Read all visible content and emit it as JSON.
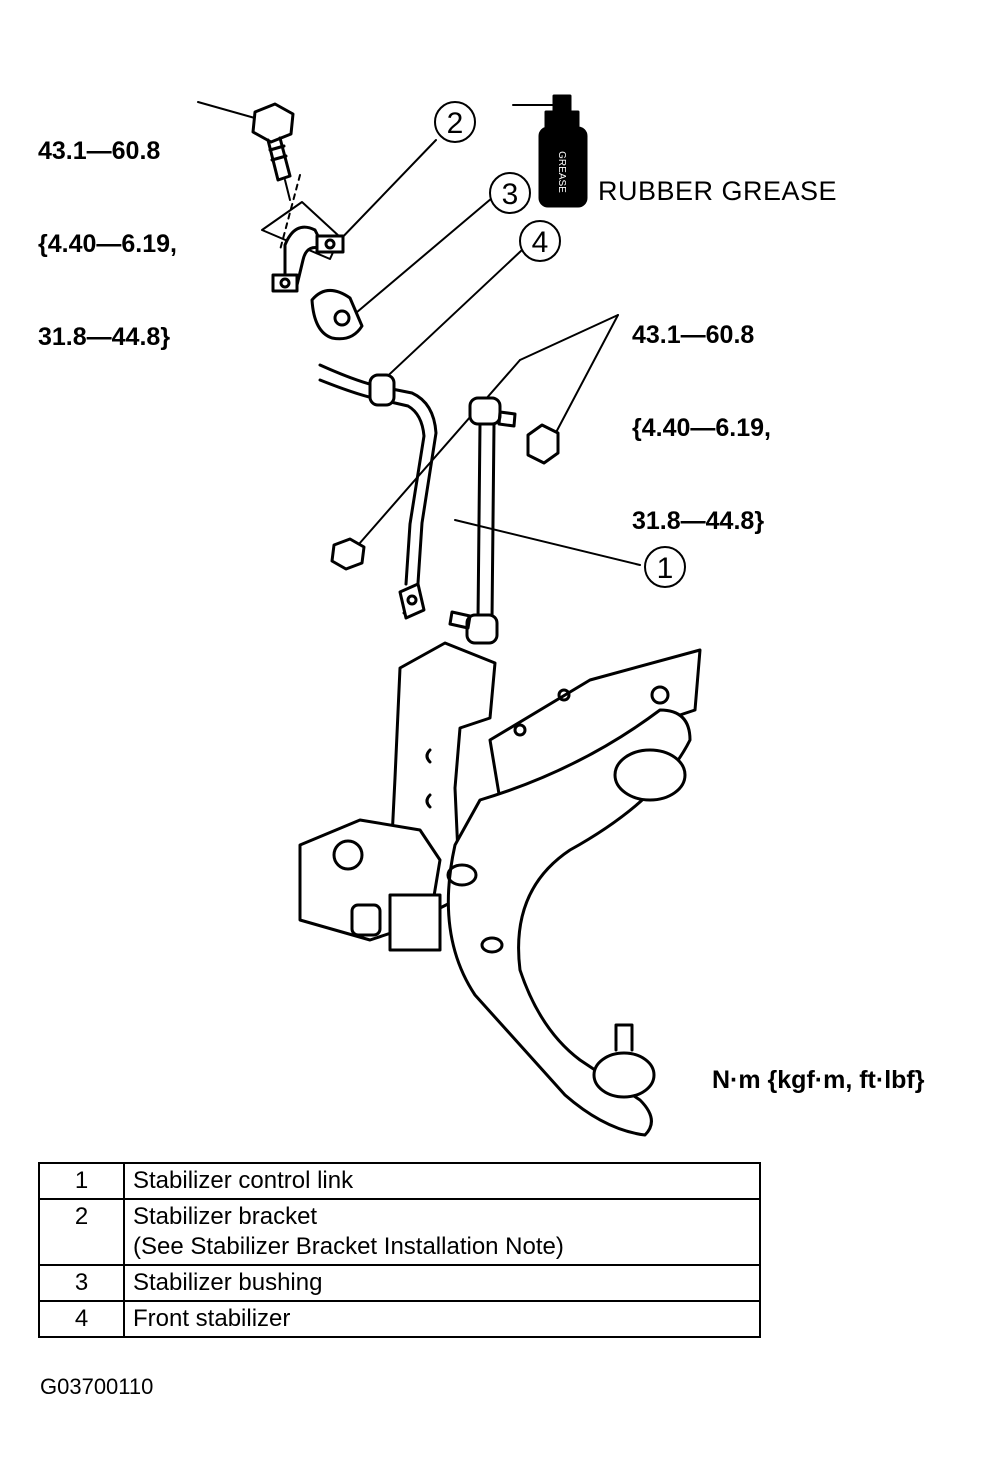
{
  "torque_top": {
    "lines": [
      "43.1—60.8",
      "{4.40—6.19,",
      "31.8—44.8}"
    ]
  },
  "torque_right": {
    "lines": [
      "43.1—60.8",
      "{4.40—6.19,",
      "31.8—44.8}"
    ]
  },
  "grease": {
    "label": "RUBBER GREASE",
    "can_text": "GREASE"
  },
  "units": "N·m {kgf·m, ft·lbf}",
  "callouts": [
    "1",
    "2",
    "3",
    "4"
  ],
  "legend": [
    {
      "num": "1",
      "desc": [
        "Stabilizer control link"
      ]
    },
    {
      "num": "2",
      "desc": [
        "Stabilizer bracket",
        "(See Stabilizer Bracket Installation Note)"
      ]
    },
    {
      "num": "3",
      "desc": [
        "Stabilizer bushing"
      ]
    },
    {
      "num": "4",
      "desc": [
        "Front stabilizer"
      ]
    }
  ],
  "figure_code": "G03700110"
}
